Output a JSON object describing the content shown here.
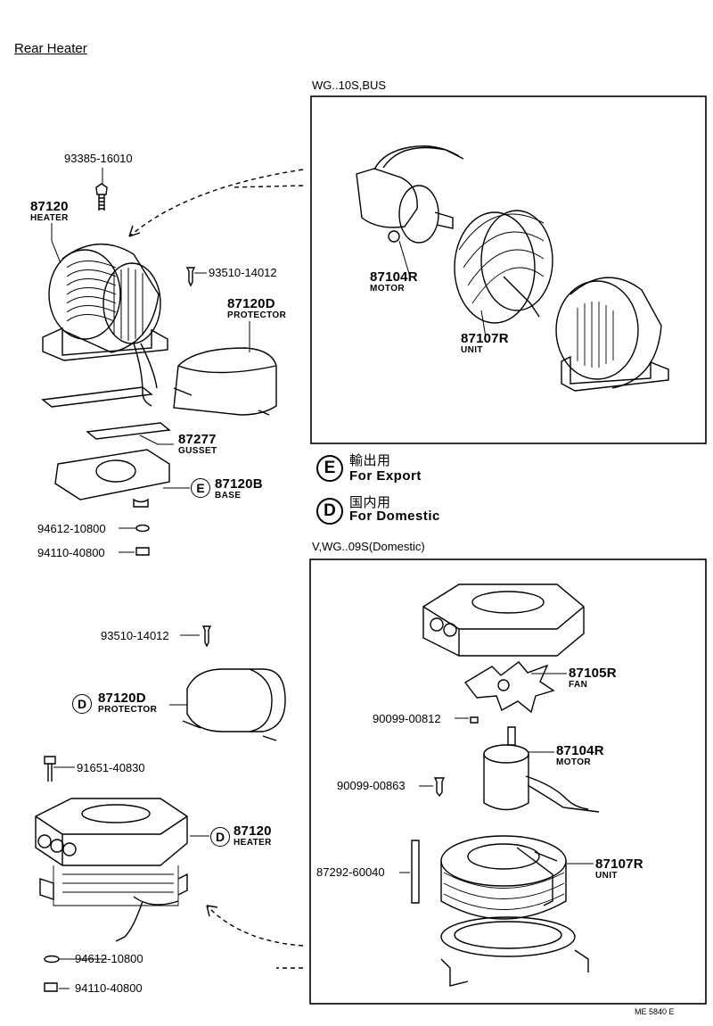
{
  "page_title": "Rear Heater",
  "sections": {
    "top": "WG..10S,BUS",
    "bottom": "V,WG..09S(Domestic)"
  },
  "legend": {
    "export": {
      "symbol": "E",
      "native": "輸出用",
      "label": "For Export"
    },
    "domestic": {
      "symbol": "D",
      "native": "国内用",
      "label": "For Domestic"
    }
  },
  "parts_left_top": {
    "screw_top": "93385-16010",
    "heater_no": "87120",
    "heater_name": "HEATER",
    "screw_mid": "93510-14012",
    "protector_no": "87120D",
    "protector_name": "PROTECTOR",
    "gusset_no": "87277",
    "gusset_name": "GUSSET",
    "base_marker": "E",
    "base_no": "87120B",
    "base_name": "BASE",
    "washer": "94612-10800",
    "nut": "94110-40800"
  },
  "parts_box_top": {
    "motor_no": "87104R",
    "motor_name": "MOTOR",
    "unit_no": "87107R",
    "unit_name": "UNIT"
  },
  "parts_left_bottom": {
    "screw": "93510-14012",
    "protector_marker": "D",
    "protector_no": "87120D",
    "protector_name": "PROTECTOR",
    "bolt": "91651-40830",
    "heater_marker": "D",
    "heater_no": "87120",
    "heater_name": "HEATER",
    "washer": "94612-10800",
    "nut": "94110-40800"
  },
  "parts_box_bottom": {
    "fan_no": "87105R",
    "fan_name": "FAN",
    "nut_fan": "90099-00812",
    "motor_no": "87104R",
    "motor_name": "MOTOR",
    "screw_motor": "90099-00863",
    "unit_no": "87107R",
    "unit_name": "UNIT",
    "clip": "87292-60040"
  },
  "footer_code": "ME 5840 E"
}
